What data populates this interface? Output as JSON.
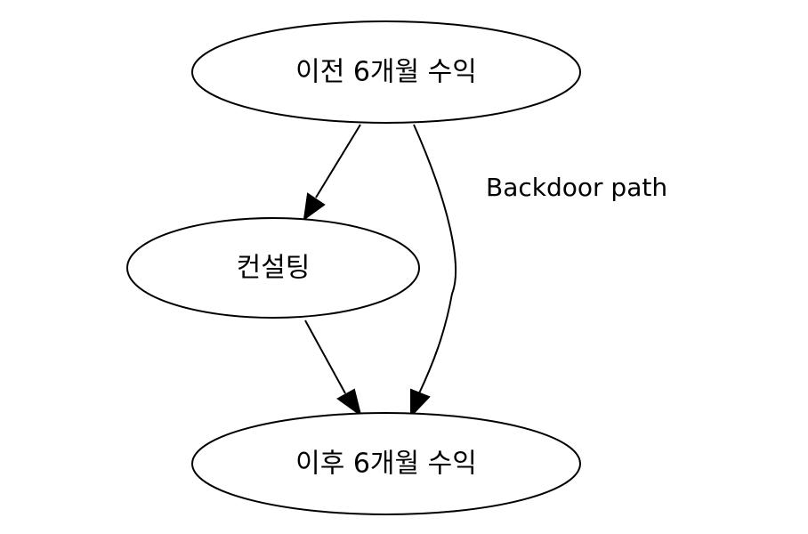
{
  "diagram": {
    "nodes": [
      {
        "id": "before",
        "label": "이전 6개월 수익"
      },
      {
        "id": "consulting",
        "label": "컨설팅"
      },
      {
        "id": "after",
        "label": "이후 6개월 수익"
      }
    ],
    "edges": [
      {
        "from": "before",
        "to": "consulting",
        "label": ""
      },
      {
        "from": "consulting",
        "to": "after",
        "label": ""
      },
      {
        "from": "before",
        "to": "after",
        "label": "Backdoor path"
      }
    ],
    "colors": {
      "stroke": "#000000",
      "fill": "#ffffff",
      "text": "#000000"
    }
  }
}
